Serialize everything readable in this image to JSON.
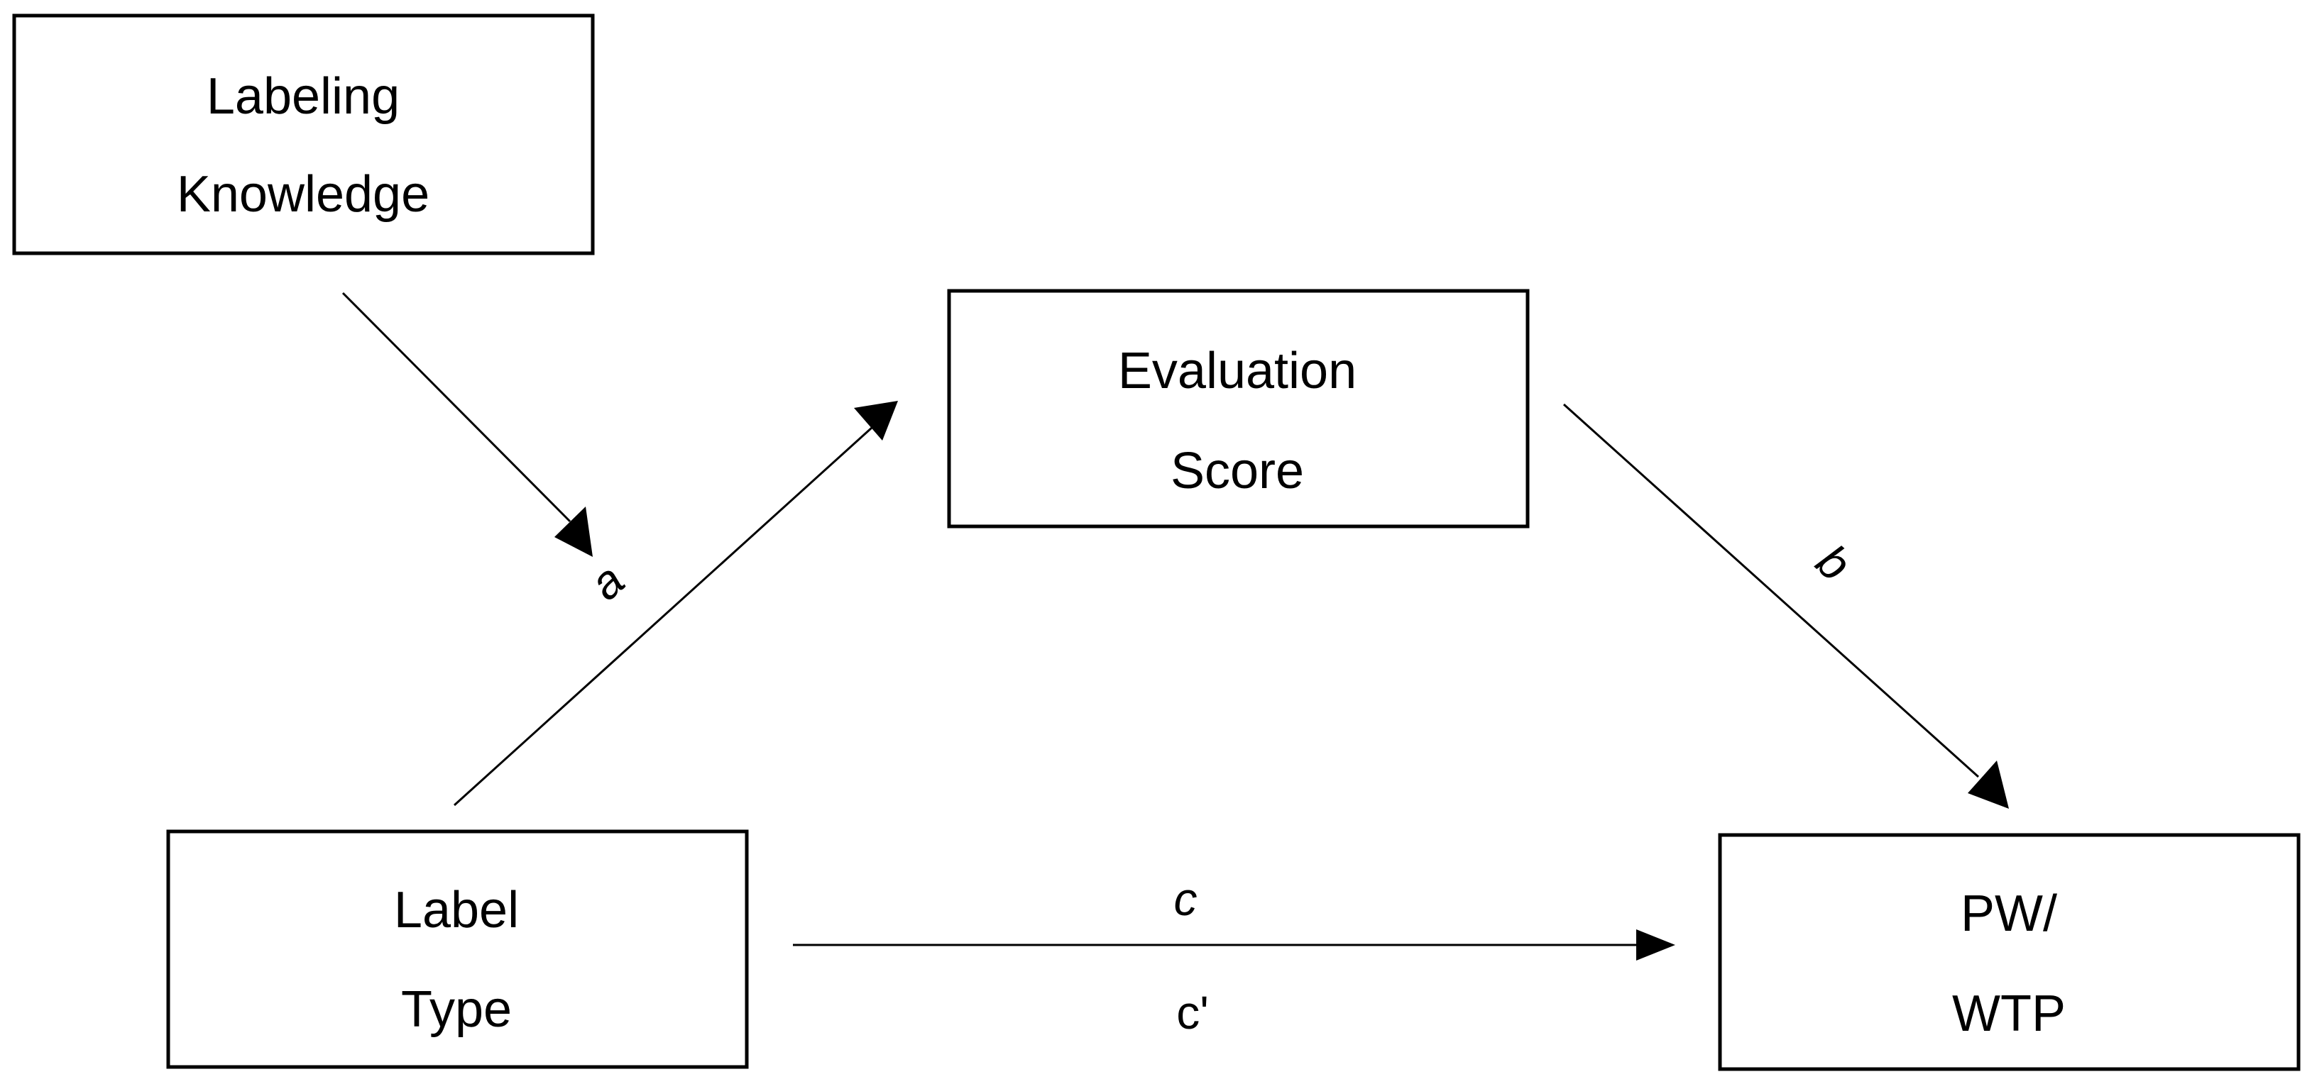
{
  "nodes": {
    "labeling_knowledge": {
      "line1": "Labeling",
      "line2": "Knowledge"
    },
    "evaluation_score": {
      "line1": "Evaluation",
      "line2": "Score"
    },
    "label_type": {
      "line1": "Label",
      "line2": "Type"
    },
    "pw_wtp": {
      "line1": "PW/",
      "line2": "WTP"
    }
  },
  "paths": {
    "a": "a",
    "b": "b",
    "c": "c",
    "c_prime": "c'"
  },
  "colors": {
    "stroke": "#000000",
    "background": "#ffffff"
  }
}
